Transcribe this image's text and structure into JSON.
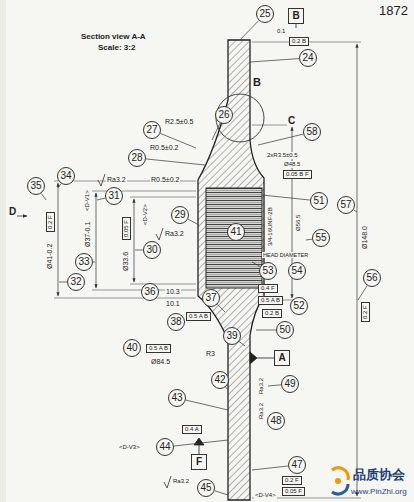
{
  "diagram": {
    "nodes": [
      {
        "text": [
          "25"
        ]
      },
      {
        "text": [
          "B"
        ]
      },
      {
        "text": [
          "24"
        ]
      },
      {
        "text": [
          "26"
        ]
      },
      {
        "text": [
          "27"
        ]
      },
      {
        "text": [
          "58"
        ]
      },
      {
        "text": [
          "28"
        ]
      },
      {
        "text": [
          "34"
        ]
      },
      {
        "text": [
          "35"
        ]
      },
      {
        "text": [
          "51"
        ]
      },
      {
        "text": [
          "57"
        ]
      },
      {
        "text": [
          "31"
        ]
      },
      {
        "text": [
          "29"
        ]
      },
      {
        "text": [
          "41"
        ]
      },
      {
        "text": [
          "55"
        ]
      },
      {
        "text": [
          "30"
        ]
      },
      {
        "text": [
          "33"
        ]
      },
      {
        "text": [
          "32"
        ]
      },
      {
        "text": [
          "56"
        ]
      },
      {
        "text": [
          "53"
        ]
      },
      {
        "text": [
          "54"
        ]
      },
      {
        "text": [
          "36"
        ]
      },
      {
        "text": [
          "37"
        ]
      },
      {
        "text": [
          "52"
        ]
      },
      {
        "text": [
          "38"
        ]
      },
      {
        "text": [
          "50"
        ]
      },
      {
        "text": [
          "39"
        ]
      },
      {
        "text": [
          "40"
        ]
      },
      {
        "text": [
          "A"
        ]
      },
      {
        "text": [
          "42"
        ]
      },
      {
        "text": [
          "49"
        ]
      },
      {
        "text": [
          "43"
        ]
      },
      {
        "text": [
          "48"
        ]
      },
      {
        "text": [
          "44"
        ]
      },
      {
        "text": [
          "F"
        ]
      },
      {
        "text": [
          "47"
        ]
      },
      {
        "text": [
          "45"
        ]
      }
    ],
    "labels": [
      "1872",
      "Section view A-A",
      "Scale: 3:2",
      "0.1",
      "0.2 B",
      "B",
      "C",
      "R2.5±0.5",
      "R0.5±0.2",
      "R0.5±0.2",
      "Ra3.2",
      "2xR3.5±0.5",
      "Ø48.5",
      "0.05 B F",
      "Ø56.5",
      "3/4-16UNF-2B",
      "Ø148.0",
      "0.2 F",
      "0.2 F",
      "Ø41-0.2",
      "<D-V1>",
      "Ø37-0.1",
      "0.05 F",
      "Ø33.6",
      "<D-V2>",
      "Ra3.2",
      "HEAD DIAMETER",
      "0.4 F",
      "10.3",
      "0.5 A B",
      "10.1",
      "0.2 B",
      "0.5 A B",
      "0.5 A B",
      "R3",
      "Ø84.5",
      "Ra3.2",
      "Ra3.2",
      "0.4 A",
      "<D-V3>",
      "Ra3.2",
      "0.2 F",
      "0.05 F",
      "<D-V4>",
      "D",
      "品质协会",
      "www.PinZhi.org"
    ]
  }
}
